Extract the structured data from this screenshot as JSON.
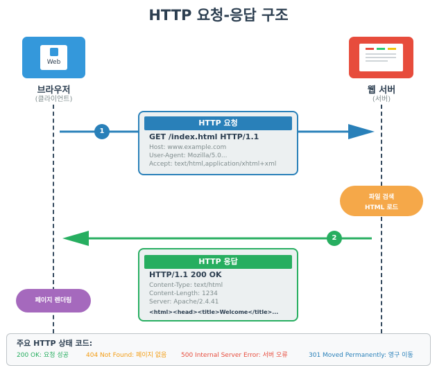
{
  "title": "HTTP 요청-응답 구조",
  "browser": {
    "icon_label": "Web",
    "name": "브라우저",
    "role": "(클라이언트)",
    "color": "#3498db"
  },
  "server": {
    "name": "웹 서버",
    "role": "(서버)",
    "color": "#e74c3c"
  },
  "request": {
    "step": "1",
    "title": "HTTP 요청",
    "line": "GET /index.html HTTP/1.1",
    "headers": [
      "Host: www.example.com",
      "User-Agent: Mozilla/5.0...",
      "Accept: text/html,application/xhtml+xml"
    ],
    "color": "#2980b9"
  },
  "response": {
    "step": "2",
    "title": "HTTP 응답",
    "line": "HTTP/1.1 200 OK",
    "headers": [
      "Content-Type: text/html",
      "Content-Length: 1234",
      "Server: Apache/2.4.41"
    ],
    "body": "<html><head><title>Welcome</title>...",
    "color": "#27ae60"
  },
  "server_action": {
    "line1": "파일 검색",
    "line2": "HTML 로드",
    "color": "#f39c12"
  },
  "browser_action": {
    "label": "페이지 렌더링",
    "color": "#9b59b6"
  },
  "legend": {
    "title": "주요 HTTP 상태 코드:",
    "codes": [
      {
        "text": "200 OK: 요청 성공",
        "color": "#27ae60"
      },
      {
        "text": "404 Not Found: 페이지 없음",
        "color": "#f39c12"
      },
      {
        "text": "500 Internal Server Error: 서버 오류",
        "color": "#e74c3c"
      },
      {
        "text": "301 Moved Permanently: 영구 이동",
        "color": "#2980b9"
      }
    ]
  }
}
